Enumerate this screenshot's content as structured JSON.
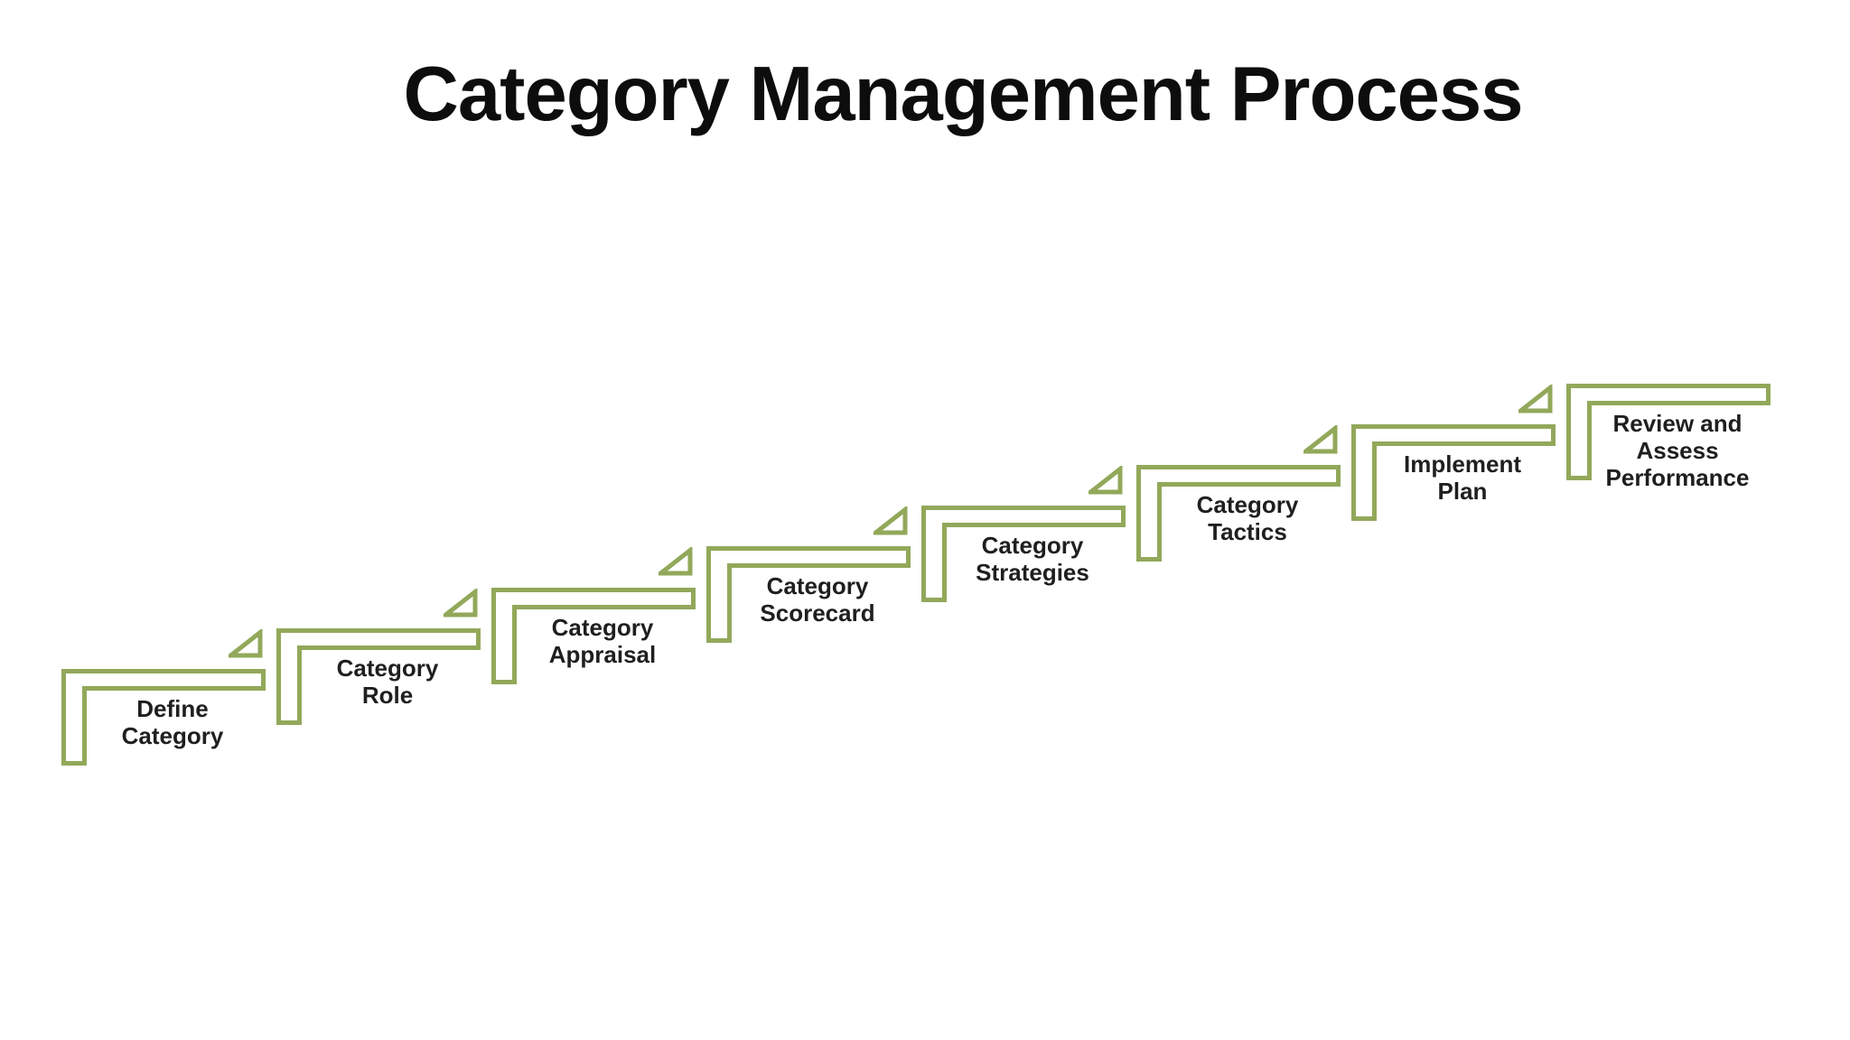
{
  "slide": {
    "title": "Category Management Process",
    "background_color": "#ffffff",
    "title_color": "#0d0d0d"
  },
  "diagram": {
    "type": "step-up-process",
    "direction": "ascending-left-to-right",
    "shape_outline_color": "#92a85a",
    "shape_fill_color": "#ffffff",
    "label_color": "#1f1f1f",
    "arrow_icon": "step-up-wedge-triangle",
    "steps": [
      {
        "order": 1,
        "label": "Define\nCategory"
      },
      {
        "order": 2,
        "label": "Category\nRole"
      },
      {
        "order": 3,
        "label": "Category\nAppraisal"
      },
      {
        "order": 4,
        "label": "Category\nScorecard"
      },
      {
        "order": 5,
        "label": "Category\nStrategies"
      },
      {
        "order": 6,
        "label": "Category\nTactics"
      },
      {
        "order": 7,
        "label": "Implement\nPlan"
      },
      {
        "order": 8,
        "label": "Review and\nAssess\nPerformance"
      }
    ]
  }
}
